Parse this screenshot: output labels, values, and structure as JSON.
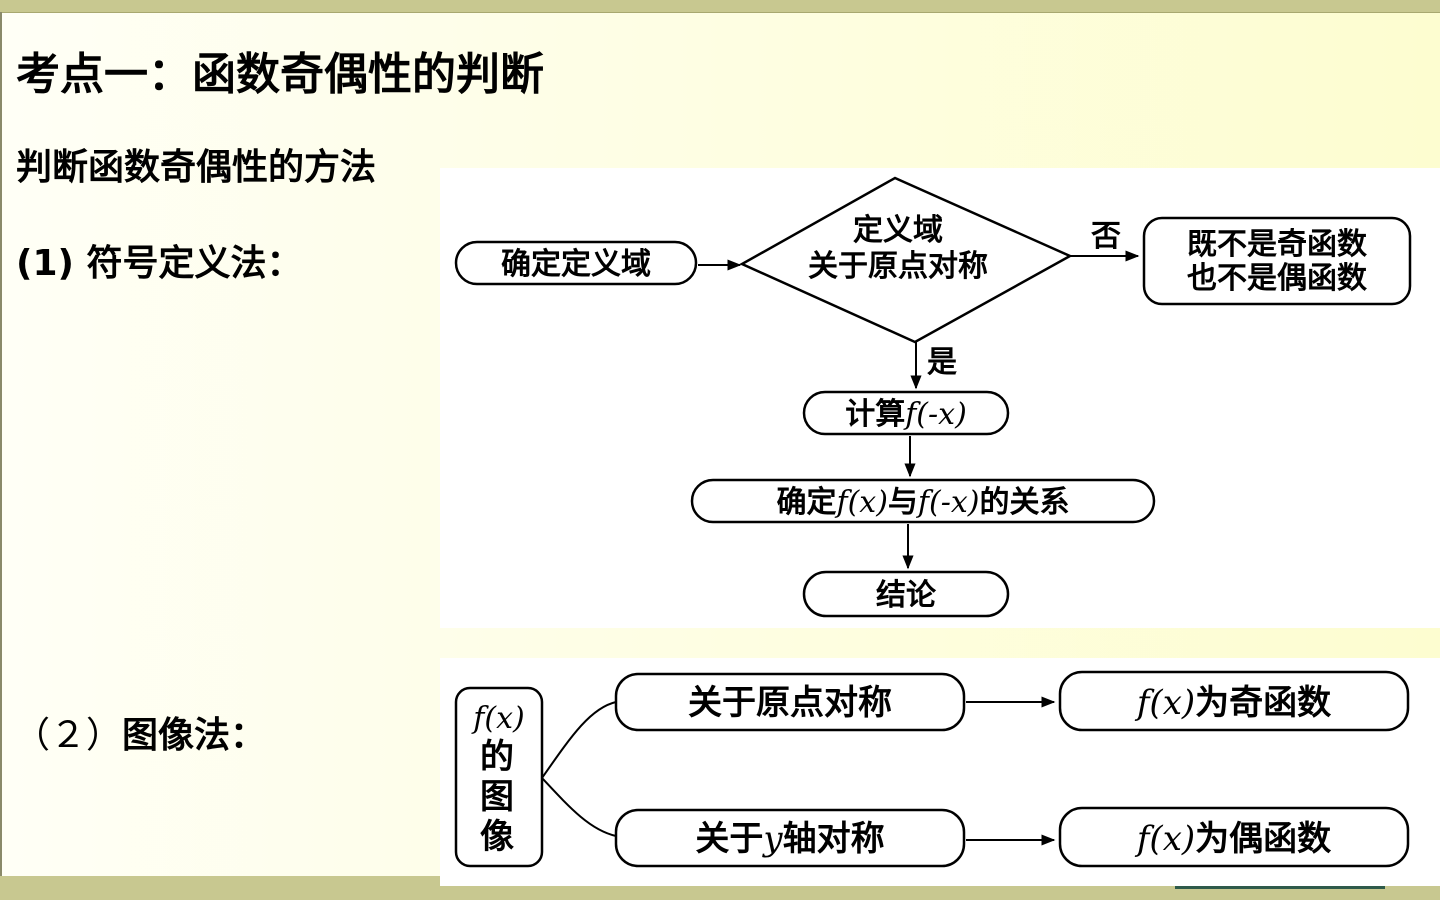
{
  "slide": {
    "title": "考点一：函数奇偶性的判断",
    "subtitle": "判断函数奇偶性的方法",
    "method1_label": "(1) 符号定义法：",
    "method2_prefix": "（２）",
    "method2_label": "图像法："
  },
  "flowchart1": {
    "domain_box": "确定定义域",
    "decision_line1": "定义域",
    "decision_line2": "关于原点对称",
    "no_label": "否",
    "neither_line1": "既不是奇函数",
    "neither_line2": "也不是偶函数",
    "yes_label": "是",
    "compute_prefix": "计算",
    "compute_expr": "f(-x)",
    "relation_prefix": "确定",
    "relation_expr1": "f(x)",
    "relation_mid": "与",
    "relation_expr2": "f(-x)",
    "relation_suffix": "的关系",
    "conclusion": "结论"
  },
  "flowchart2": {
    "source_expr": "f(x)",
    "source_char1": "的",
    "source_char2": "图",
    "source_char3": "像",
    "branch_origin": "关于原点对称",
    "branch_y_prefix": "关于",
    "branch_y_var": "y",
    "branch_y_suffix": "轴对称",
    "odd_expr": "f(x)",
    "odd_suffix": "为奇函数",
    "even_expr": "f(x)",
    "even_suffix": "为偶函数"
  }
}
